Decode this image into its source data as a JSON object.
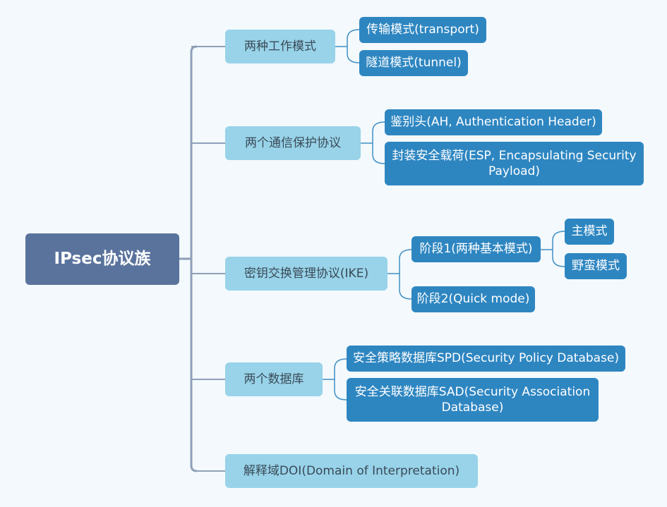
{
  "root": {
    "label": "IPsec协议族"
  },
  "branches": [
    {
      "label": "两种工作模式",
      "children": [
        {
          "label": "传输模式(transport)"
        },
        {
          "label": "隧道模式(tunnel)"
        }
      ]
    },
    {
      "label": "两个通信保护协议",
      "children": [
        {
          "label": "鉴别头(AH, Authentication Header)"
        },
        {
          "label": "封装安全载荷(ESP, Encapsulating Security Payload)"
        }
      ]
    },
    {
      "label": "密钥交换管理协议(IKE)",
      "children": [
        {
          "label": "阶段1(两种基本模式)",
          "children": [
            {
              "label": "主模式"
            },
            {
              "label": "野蛮模式"
            }
          ]
        },
        {
          "label": "阶段2(Quick mode)"
        }
      ]
    },
    {
      "label": "两个数据库",
      "children": [
        {
          "label": "安全策略数据库SPD(Security Policy Database)"
        },
        {
          "label": "安全关联数据库SAD(Security Association Database)"
        }
      ]
    },
    {
      "label": "解释域DOI(Domain of Interpretation)"
    }
  ],
  "colors": {
    "background": "#f3f9fc",
    "root": "#5a739d",
    "level1": "#98d3e9",
    "level2": "#2e86c1",
    "trunk": "#8fa0b8",
    "branch": "#3f8fc4"
  }
}
